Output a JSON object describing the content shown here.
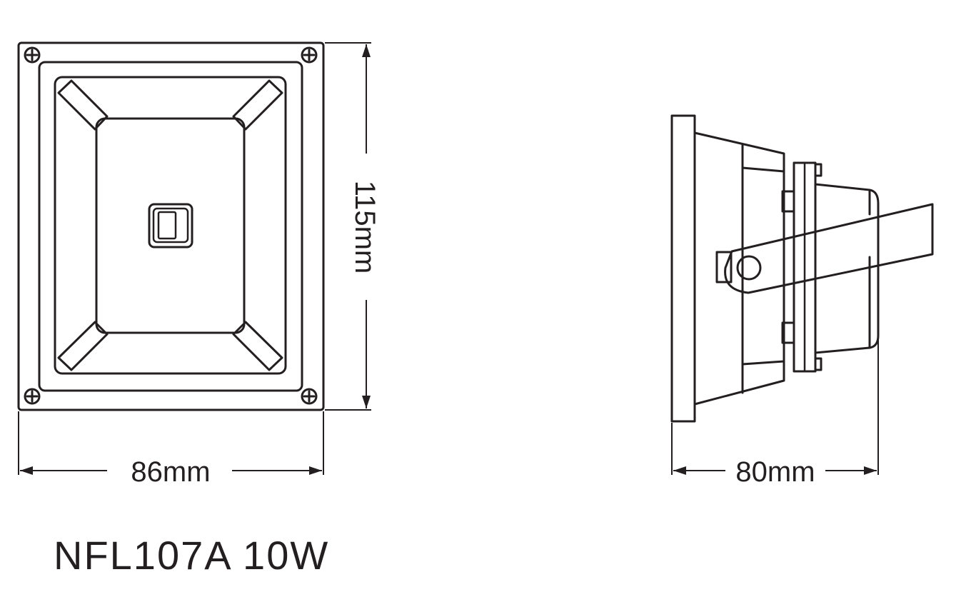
{
  "front_view": {
    "width_label": "86mm",
    "height_label": "115mm"
  },
  "side_view": {
    "depth_label": "80mm"
  },
  "model": "NFL107A  10W",
  "colors": {
    "line": "#231f20",
    "background": "#ffffff"
  },
  "icons": [
    "screw-icon",
    "switch-icon"
  ]
}
